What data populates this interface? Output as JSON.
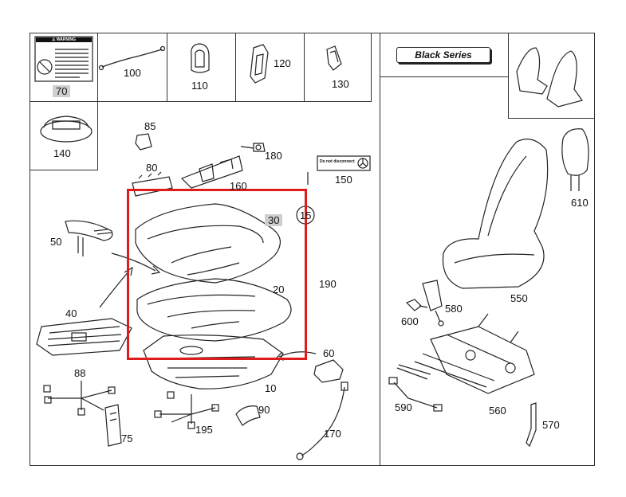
{
  "badge": {
    "label": "Black Series"
  },
  "warning_label": {
    "heading": "⚠ WARNING"
  },
  "sticker": {
    "text": "Do not disconnect"
  },
  "parts": {
    "p70": "70",
    "p100": "100",
    "p110": "110",
    "p120": "120",
    "p130": "130",
    "p140": "140",
    "p85": "85",
    "p180": "180",
    "p80": "80",
    "p160": "160",
    "p150": "150",
    "p30": "30",
    "p15": "15",
    "p50": "50",
    "p190": "190",
    "p20": "20",
    "p40": "40",
    "p60": "60",
    "p10": "10",
    "p88": "88",
    "p90": "90",
    "p195": "195",
    "p75": "75",
    "p170": "170",
    "p610": "610",
    "p550": "550",
    "p580": "580",
    "p600": "600",
    "p590": "590",
    "p560": "560",
    "p570": "570"
  },
  "colors": {
    "highlight": "#e01b1b",
    "shaded_label": "#cfcfcf",
    "line": "#333333"
  }
}
